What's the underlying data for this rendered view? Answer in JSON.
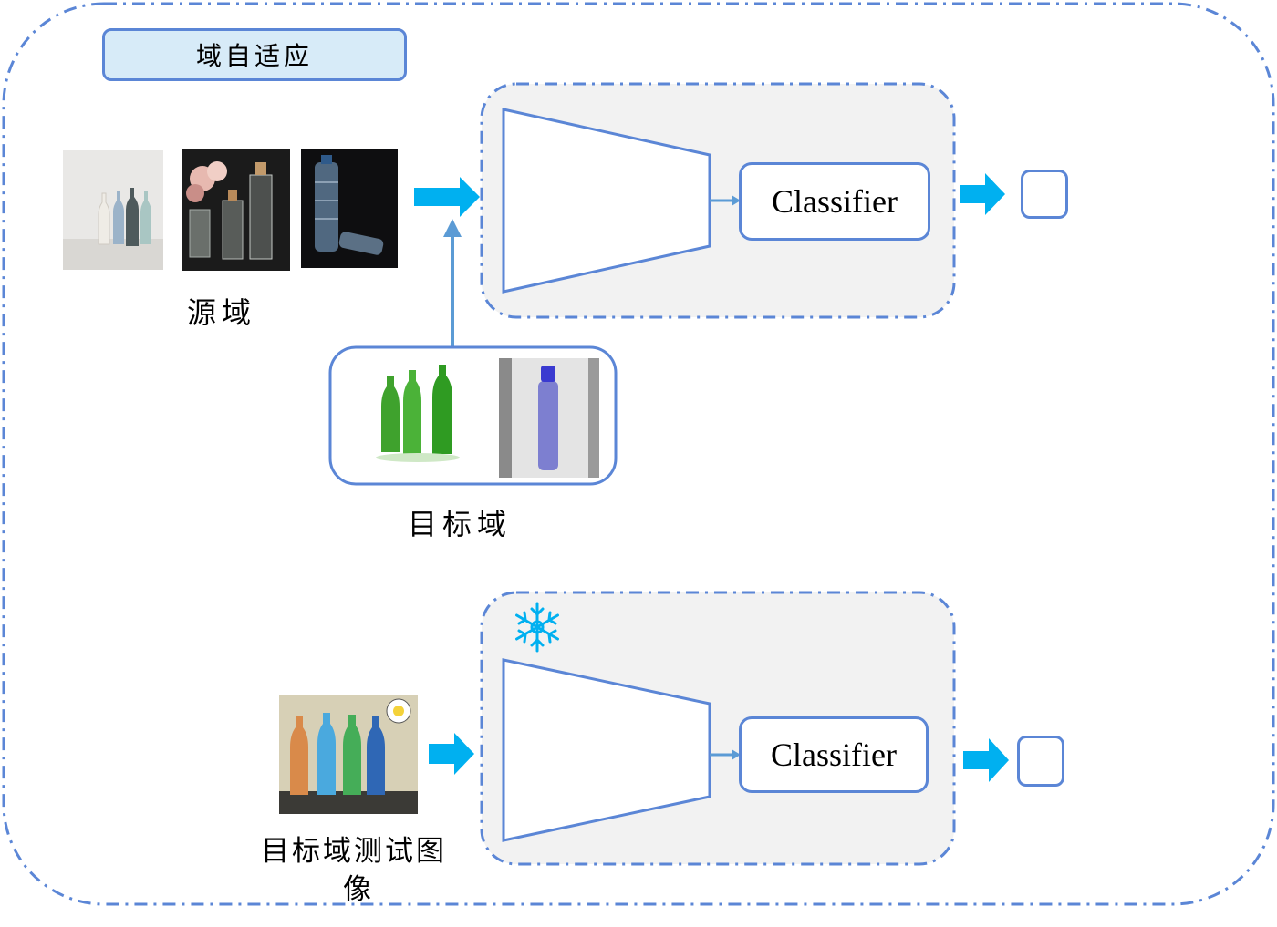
{
  "title": "域自适应",
  "source_label": "源域",
  "target_label": "目标域",
  "test_label_line1": "目标域测试图",
  "test_label_line2": "像",
  "top_classifier": "Classifier",
  "bottom_classifier": "Classifier",
  "colors": {
    "dash_border": "#5b86d6",
    "arrow": "#00b0f0",
    "thin_arrow": "#5b9bd5",
    "panel_fill": "#f2f2f2",
    "title_fill": "#d7ebf8"
  },
  "icons": {
    "frozen": "snowflake-icon"
  }
}
